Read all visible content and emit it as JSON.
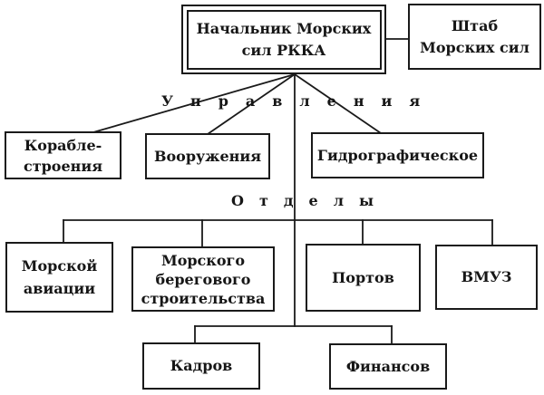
{
  "org_chart": {
    "head": {
      "lines": [
        "Начальник Морских",
        "сил РККА"
      ]
    },
    "staff": {
      "lines": [
        "Штаб",
        "Морских сил"
      ]
    },
    "group_labels": {
      "upravleniya": "Управления",
      "otdely": "Отделы"
    },
    "upravleniya_boxes": [
      {
        "id": "korablestroeniya",
        "lines": [
          "Корабле-",
          "строения"
        ]
      },
      {
        "id": "vooruzheniya",
        "lines": [
          "Вооружения"
        ]
      },
      {
        "id": "gidrograficheskoe",
        "lines": [
          "Гидрографическое"
        ]
      }
    ],
    "otdely_boxes": [
      {
        "id": "morskoy-aviatsii",
        "lines": [
          "Морской",
          "авиации"
        ]
      },
      {
        "id": "morskogo-beregovogo-stroitelstva",
        "lines": [
          "Морского",
          "берегового",
          "строительства"
        ]
      },
      {
        "id": "portov",
        "lines": [
          "Портов"
        ]
      },
      {
        "id": "vmuz",
        "lines": [
          "ВМУЗ"
        ]
      }
    ],
    "bottom_boxes": [
      {
        "id": "kadrov",
        "lines": [
          "Кадров"
        ]
      },
      {
        "id": "finansov",
        "lines": [
          "Финансов"
        ]
      }
    ],
    "colors": {
      "line": "#1a1a1a",
      "text": "#161616",
      "background": "#ffffff"
    }
  }
}
